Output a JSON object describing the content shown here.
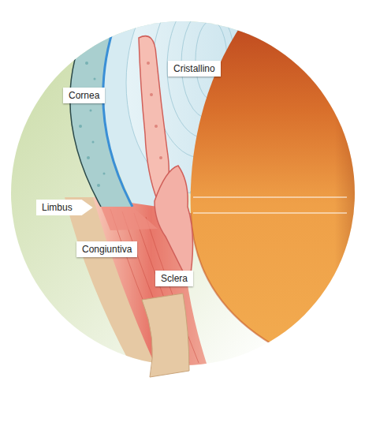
{
  "diagram": {
    "labels": [
      "Cristallino",
      "Cornea",
      "Limbus",
      "Congiuntiva",
      "Sclera"
    ]
  }
}
